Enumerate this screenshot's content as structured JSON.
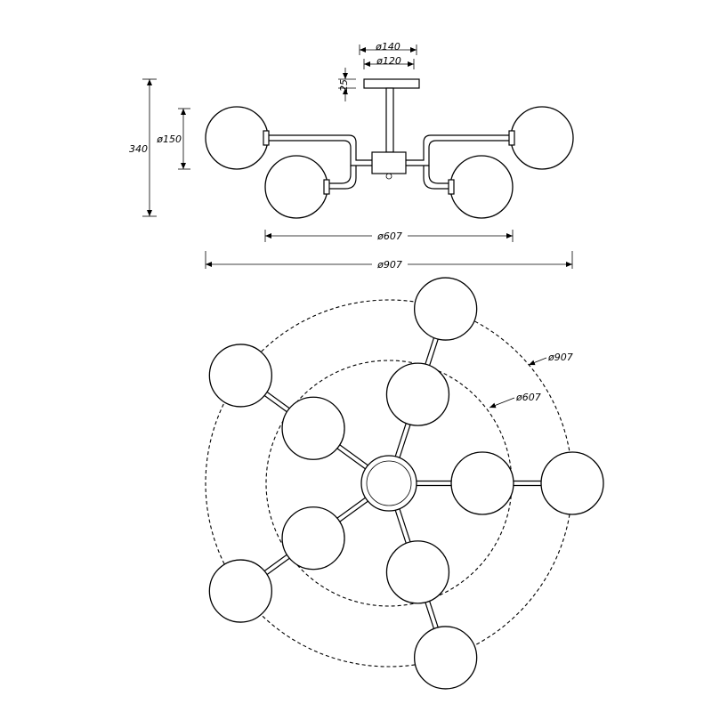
{
  "dimensions": {
    "d140": "ø140",
    "d120": "ø120",
    "h25": "25",
    "h340": "340",
    "d150": "ø150",
    "d607_side": "ø607",
    "d907_side": "ø907",
    "d907_top": "ø907",
    "d607_top": "ø607"
  }
}
